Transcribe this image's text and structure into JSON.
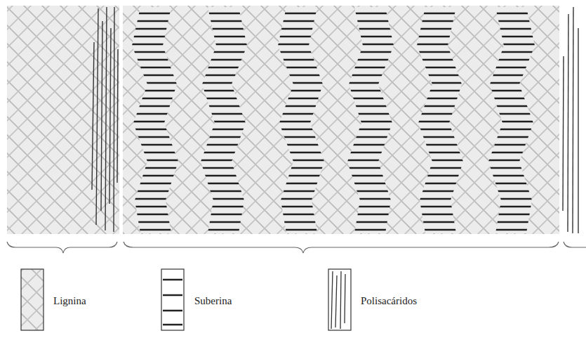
{
  "diagram": {
    "legend": [
      {
        "text": "Lignina"
      },
      {
        "text": "Suberina"
      },
      {
        "text": "Polisacáridos"
      }
    ]
  }
}
